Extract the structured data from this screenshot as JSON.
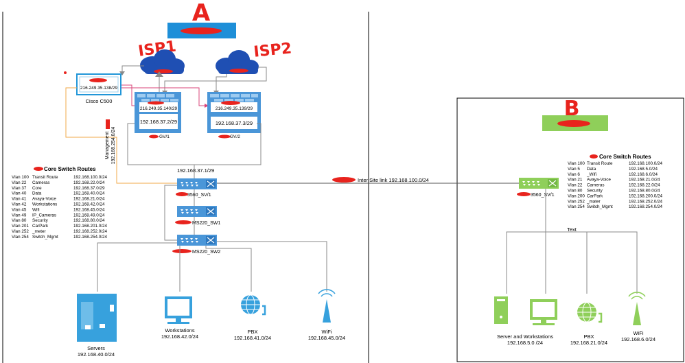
{
  "site_a": {
    "heading": "A",
    "isp1_label": "ISP1",
    "isp2_label": "ISP2",
    "router_ip": "216.249.35.138/29",
    "router_name": "Cisco C500",
    "fw1_wan_ip": "216.249.35.140/29",
    "fw1_lan_ip": "192.168.37.2/29",
    "fw1_name": "GV/1",
    "fw2_wan_ip": "216.249.35.139/29",
    "fw2_lan_ip": "192.168.37.3/29",
    "fw2_name": "GV/2",
    "mgmt_label": "Management",
    "mgmt_subnet": "192.168.254.0/24",
    "core_ip": "192.168.37.1/29",
    "core_sw_name": "3560_SV/1",
    "ms_sw1_name": "MS220_SW1",
    "ms_sw2_name": "MS220_SW2",
    "routes_title": "Core Switch Routes",
    "routes": [
      {
        "vlan": "Vlan 100",
        "name": "Transit Route",
        "subnet": "192.168.100.0/24"
      },
      {
        "vlan": "Vlan 22",
        "name": "Cameras",
        "subnet": "192.168.22.0/24"
      },
      {
        "vlan": "Vlan 37",
        "name": "Core",
        "subnet": "192.168.37.0/29"
      },
      {
        "vlan": "Vlan 40",
        "name": "Data",
        "subnet": "192.168.40.0/24"
      },
      {
        "vlan": "Vlan 41",
        "name": "Avaya-Voice",
        "subnet": "192.168.21.0/24"
      },
      {
        "vlan": "Vlan 42",
        "name": "Workstations",
        "subnet": "192.168.42.0/24"
      },
      {
        "vlan": "Vlan 45",
        "name": "Wifi",
        "subnet": "192.168.45.0/24"
      },
      {
        "vlan": "Vlan 49",
        "name": "IP_Cameras",
        "subnet": "192.168.49.0/24"
      },
      {
        "vlan": "Vlan 80",
        "name": "Security",
        "subnet": "192.168.80.0/24"
      },
      {
        "vlan": "Vlan 201",
        "name": "CarPark",
        "subnet": "192.168.201.0/24"
      },
      {
        "vlan": "Vlan 252",
        "name": "_meter",
        "subnet": "192.168.252.0/24"
      },
      {
        "vlan": "Vlan 254",
        "name": "Switch_Mgmt",
        "subnet": "192.168.254.0/24"
      }
    ],
    "endpoints": [
      {
        "name": "Servers",
        "subnet": "192.168.40.0/24"
      },
      {
        "name": "Workstations",
        "subnet": "192.168.42.0/24"
      },
      {
        "name": "PBX",
        "subnet": "192.168.41.0/24"
      },
      {
        "name": "WiFi",
        "subnet": "192.168.45.0/24"
      }
    ]
  },
  "intersite_label": "Inter Site link 192.168.100.0/24",
  "site_b": {
    "heading": "B",
    "core_sw_name": "3560_SV/1",
    "routes_title": "Core Switch Routes",
    "routes": [
      {
        "vlan": "Vlan 100",
        "name": "Transit Route",
        "subnet": "192.168.100.0/24"
      },
      {
        "vlan": "Vlan 5",
        "name": "Data",
        "subnet": "192.168.5.0/24"
      },
      {
        "vlan": "Vlan 6",
        "name": "_Wifi",
        "subnet": "192.168.6.0/24"
      },
      {
        "vlan": "Vlan 21",
        "name": "Avaya-Voice",
        "subnet": "192.168.21.0/24"
      },
      {
        "vlan": "Vlan 22",
        "name": "Cameras",
        "subnet": "192.168.22.0/24"
      },
      {
        "vlan": "Vlan 80",
        "name": "Security",
        "subnet": "192.168.80.0/24"
      },
      {
        "vlan": "Vlan 200",
        "name": "CarPark",
        "subnet": "192.168.200.0/24"
      },
      {
        "vlan": "Vlan 252",
        "name": "_mater",
        "subnet": "192.168.252.0/24"
      },
      {
        "vlan": "Vlan 254",
        "name": "Switch_Mgmt",
        "subnet": "192.168.254.0/24"
      }
    ],
    "bus_label": "Text",
    "endpoints": [
      {
        "name": "Server and Workstations",
        "subnet": "192.168.5.0 /24"
      },
      {
        "name": "PBX",
        "subnet": "192.168.21.0/24"
      },
      {
        "name": "WiFi",
        "subnet": "192.168.6.0/24"
      }
    ]
  },
  "colors": {
    "site_a_accent": "#2196d8",
    "site_b_accent": "#8fcf5a",
    "cloud": "#1f4fb3",
    "redaction": "#e8231d",
    "firewall_link": "#d9467a",
    "mgmt_link": "#f0a848",
    "link_gray": "#8a8a8a"
  }
}
